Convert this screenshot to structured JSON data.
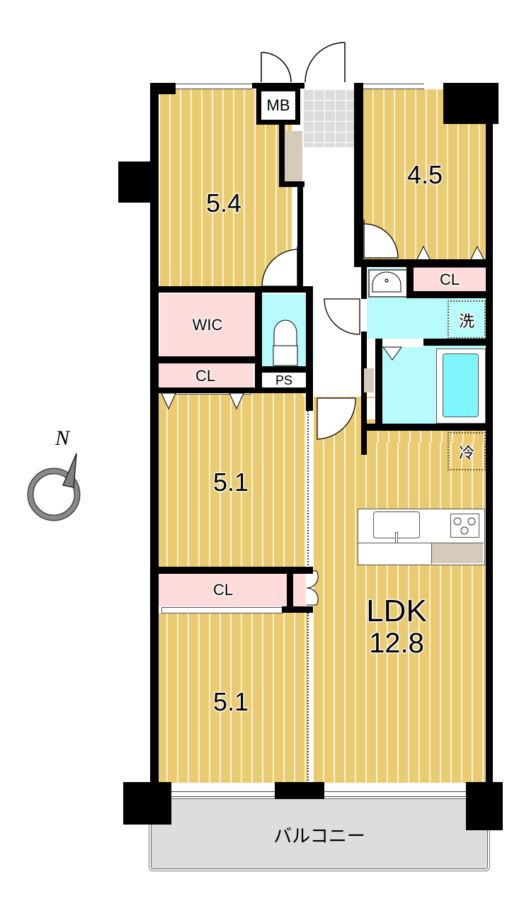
{
  "floorplan": {
    "rooms": {
      "western_nw": {
        "label": "5.4",
        "type": "western-room"
      },
      "western_ne": {
        "label": "4.5",
        "type": "western-room"
      },
      "western_mid": {
        "label": "5.1",
        "type": "western-room"
      },
      "western_sw": {
        "label": "5.1",
        "type": "western-room"
      },
      "ldk": {
        "label_line1": "LDK",
        "label_line2": "12.8",
        "type": "living-dining-kitchen"
      },
      "balcony": {
        "label": "バルコニー"
      }
    },
    "storage": {
      "mb": "MB",
      "wic": "WIC",
      "cl_ne": "CL",
      "cl_mid": "CL",
      "cl_sw": "CL",
      "ps": "PS"
    },
    "fixtures": {
      "washer": "洗",
      "fridge": "冷"
    },
    "compass": {
      "label": "N"
    },
    "colors": {
      "floor": "#ebcb72",
      "floor_stripe": "#fbf3d8",
      "storage": "#ffdcdc",
      "wet_area": "#b8fbfd",
      "bathtub": "#7ef6fb",
      "entrance_tile": "#dcdcdc",
      "shoe_cabinet": "#d6cabb",
      "balcony": "#dddddd",
      "wall": "#000000",
      "compass": "#808080"
    }
  }
}
